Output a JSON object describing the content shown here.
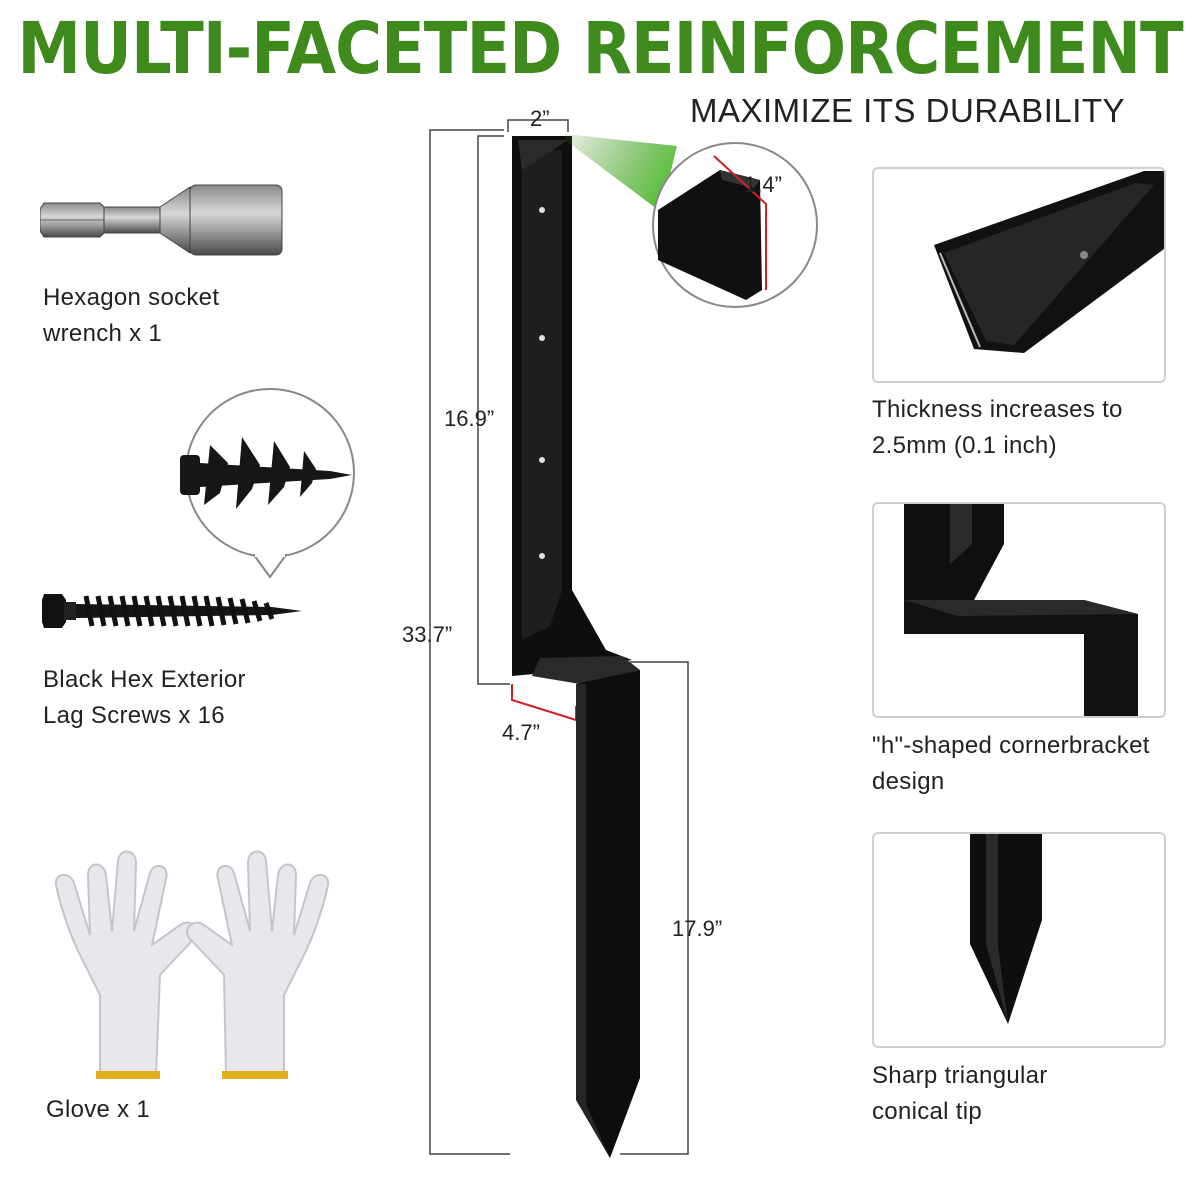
{
  "header": {
    "title": "MULTI-FACETED REINFORCEMENT",
    "subtitle": "MAXIMIZE ITS DURABILITY"
  },
  "accessories": [
    {
      "label_line1": "Hexagon socket",
      "label_line2": "wrench x 1",
      "icon": "hex-socket-icon"
    },
    {
      "label_line1": "Black Hex Exterior",
      "label_line2": "Lag Screws x 16",
      "icon": "lag-screw-icon"
    },
    {
      "label_line1": "Glove x 1",
      "icon": "glove-icon"
    }
  ],
  "dimensions": {
    "width_top": "2”",
    "flange": "1.4”",
    "upper_height": "16.9”",
    "total_height": "33.7”",
    "offset": "4.7”",
    "spike_length": "17.9”"
  },
  "features": [
    {
      "label_line1": "Thickness increases to",
      "label_line2": "2.5mm (0.1 inch)"
    },
    {
      "label_line1": "\"h\"-shaped cornerbracket",
      "label_line2": "design"
    },
    {
      "label_line1": "Sharp triangular",
      "label_line2": "conical tip"
    }
  ],
  "colors": {
    "title_green": "#3f8a1c",
    "metal_black": "#111111",
    "dim_red": "#d0202a"
  }
}
